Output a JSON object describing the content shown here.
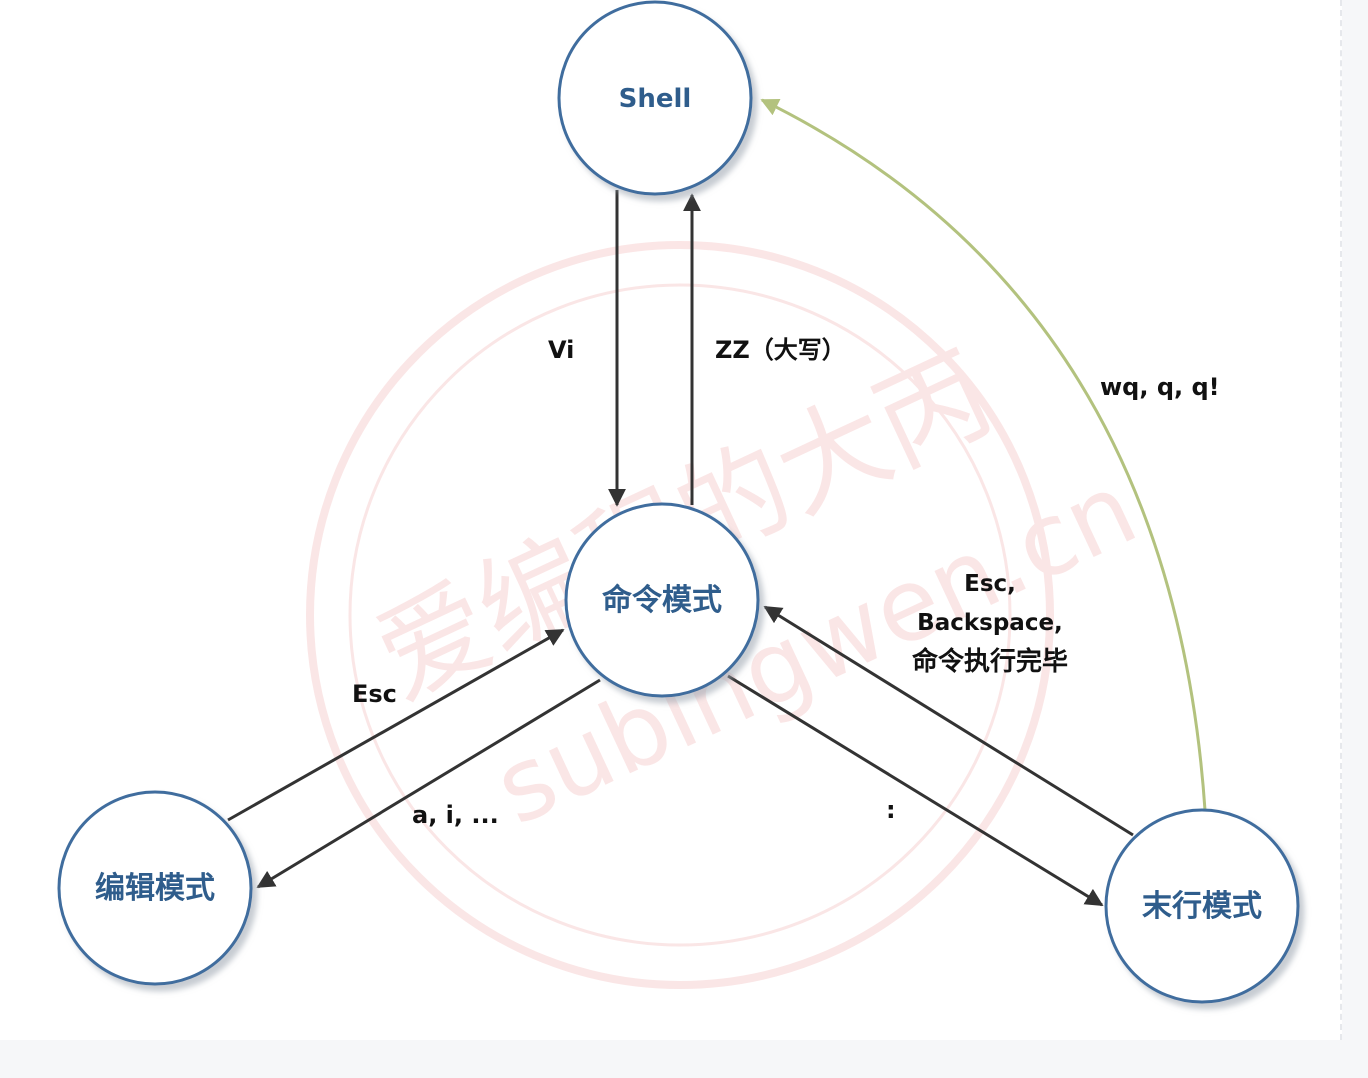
{
  "nodes": {
    "shell": {
      "label": "Shell"
    },
    "command": {
      "label": "命令模式"
    },
    "edit": {
      "label": "编辑模式"
    },
    "lastline": {
      "label": "末行模式"
    }
  },
  "edges": {
    "shell_to_command": {
      "label": "Vi"
    },
    "command_to_shell": {
      "label": "ZZ（大写）"
    },
    "lastline_to_shell": {
      "label": "wq, q, q!"
    },
    "edit_to_command": {
      "label": "Esc"
    },
    "command_to_edit": {
      "label": "a, i, ..."
    },
    "command_to_lastline": {
      "label": ":"
    },
    "lastline_to_command": {
      "line1": "Esc,",
      "line2": "Backspace,",
      "line3": "命令执行完毕"
    }
  },
  "watermark": {
    "text_cn": "爱编程的大丙",
    "text_en": "subingwen.cn"
  },
  "colors": {
    "node_stroke": "#3f6d9e",
    "node_fill": "#ffffff",
    "edge_dark": "#333333",
    "edge_green": "#b3c27e",
    "watermark": "#f3b8b8"
  }
}
